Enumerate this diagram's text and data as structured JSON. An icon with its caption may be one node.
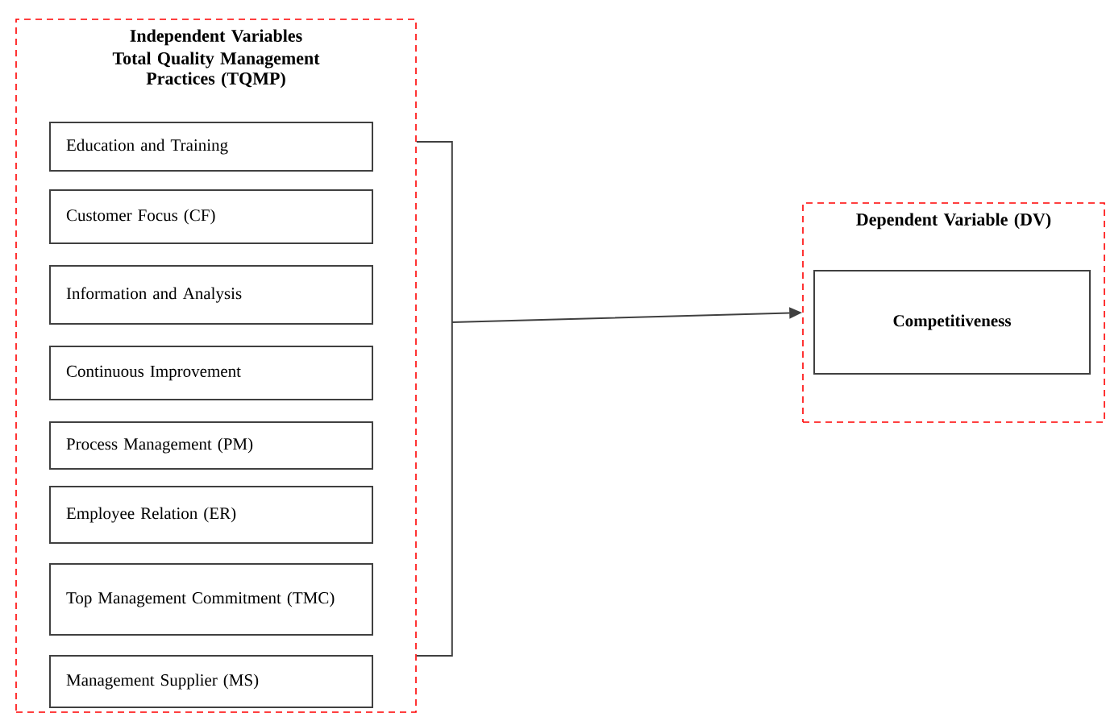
{
  "diagram": {
    "nodes": [
      {
        "text": [
          "Independent Variables",
          "Total Quality Management Practices (TQMP)"
        ]
      },
      {
        "text": [
          "Education and Training"
        ],
        "in": 0
      },
      {
        "text": [
          "Customer Focus (CF)"
        ],
        "in": 0
      },
      {
        "text": [
          "Information and Analysis"
        ],
        "in": 0
      },
      {
        "text": [
          "Continuous Improvement"
        ],
        "in": 0
      },
      {
        "text": [
          "Process Management (PM)"
        ],
        "in": 0
      },
      {
        "text": [
          "Employee Relation (ER)"
        ],
        "in": 0
      },
      {
        "text": [
          "Top Management Commitment (TMC)"
        ],
        "in": 0
      },
      {
        "text": [
          "Management Supplier (MS)"
        ],
        "in": 0
      },
      {
        "text": [
          "Dependent Variable (DV)"
        ]
      },
      {
        "text": [
          "Competitiveness"
        ],
        "in": 9
      }
    ],
    "edges": [
      {
        "from": 0,
        "to": 9,
        "arrow": "to"
      }
    ]
  }
}
